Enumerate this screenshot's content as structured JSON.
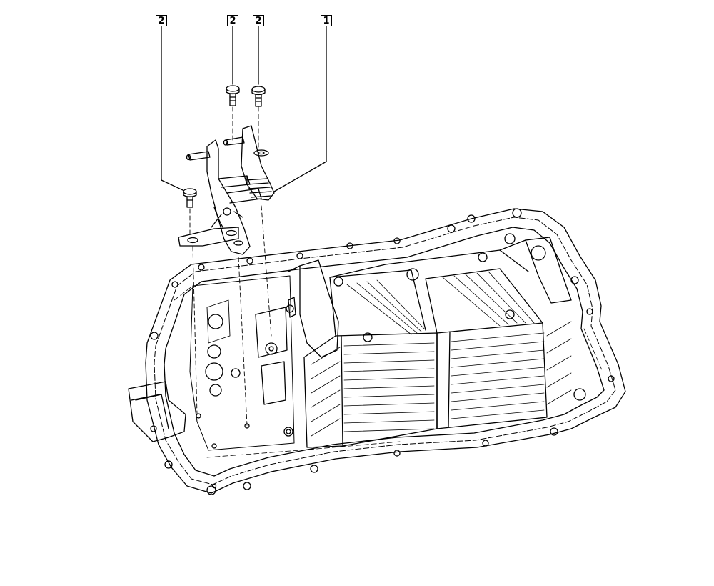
{
  "callouts": [
    {
      "label": "2"
    },
    {
      "label": "2"
    },
    {
      "label": "2"
    },
    {
      "label": "1"
    }
  ],
  "parts": [
    {
      "callout": "1",
      "icon": "mounting-bracket-icon"
    },
    {
      "callout": "2",
      "icon": "bolt-icon"
    }
  ],
  "colors": {
    "line": "#000000",
    "background": "#ffffff"
  }
}
